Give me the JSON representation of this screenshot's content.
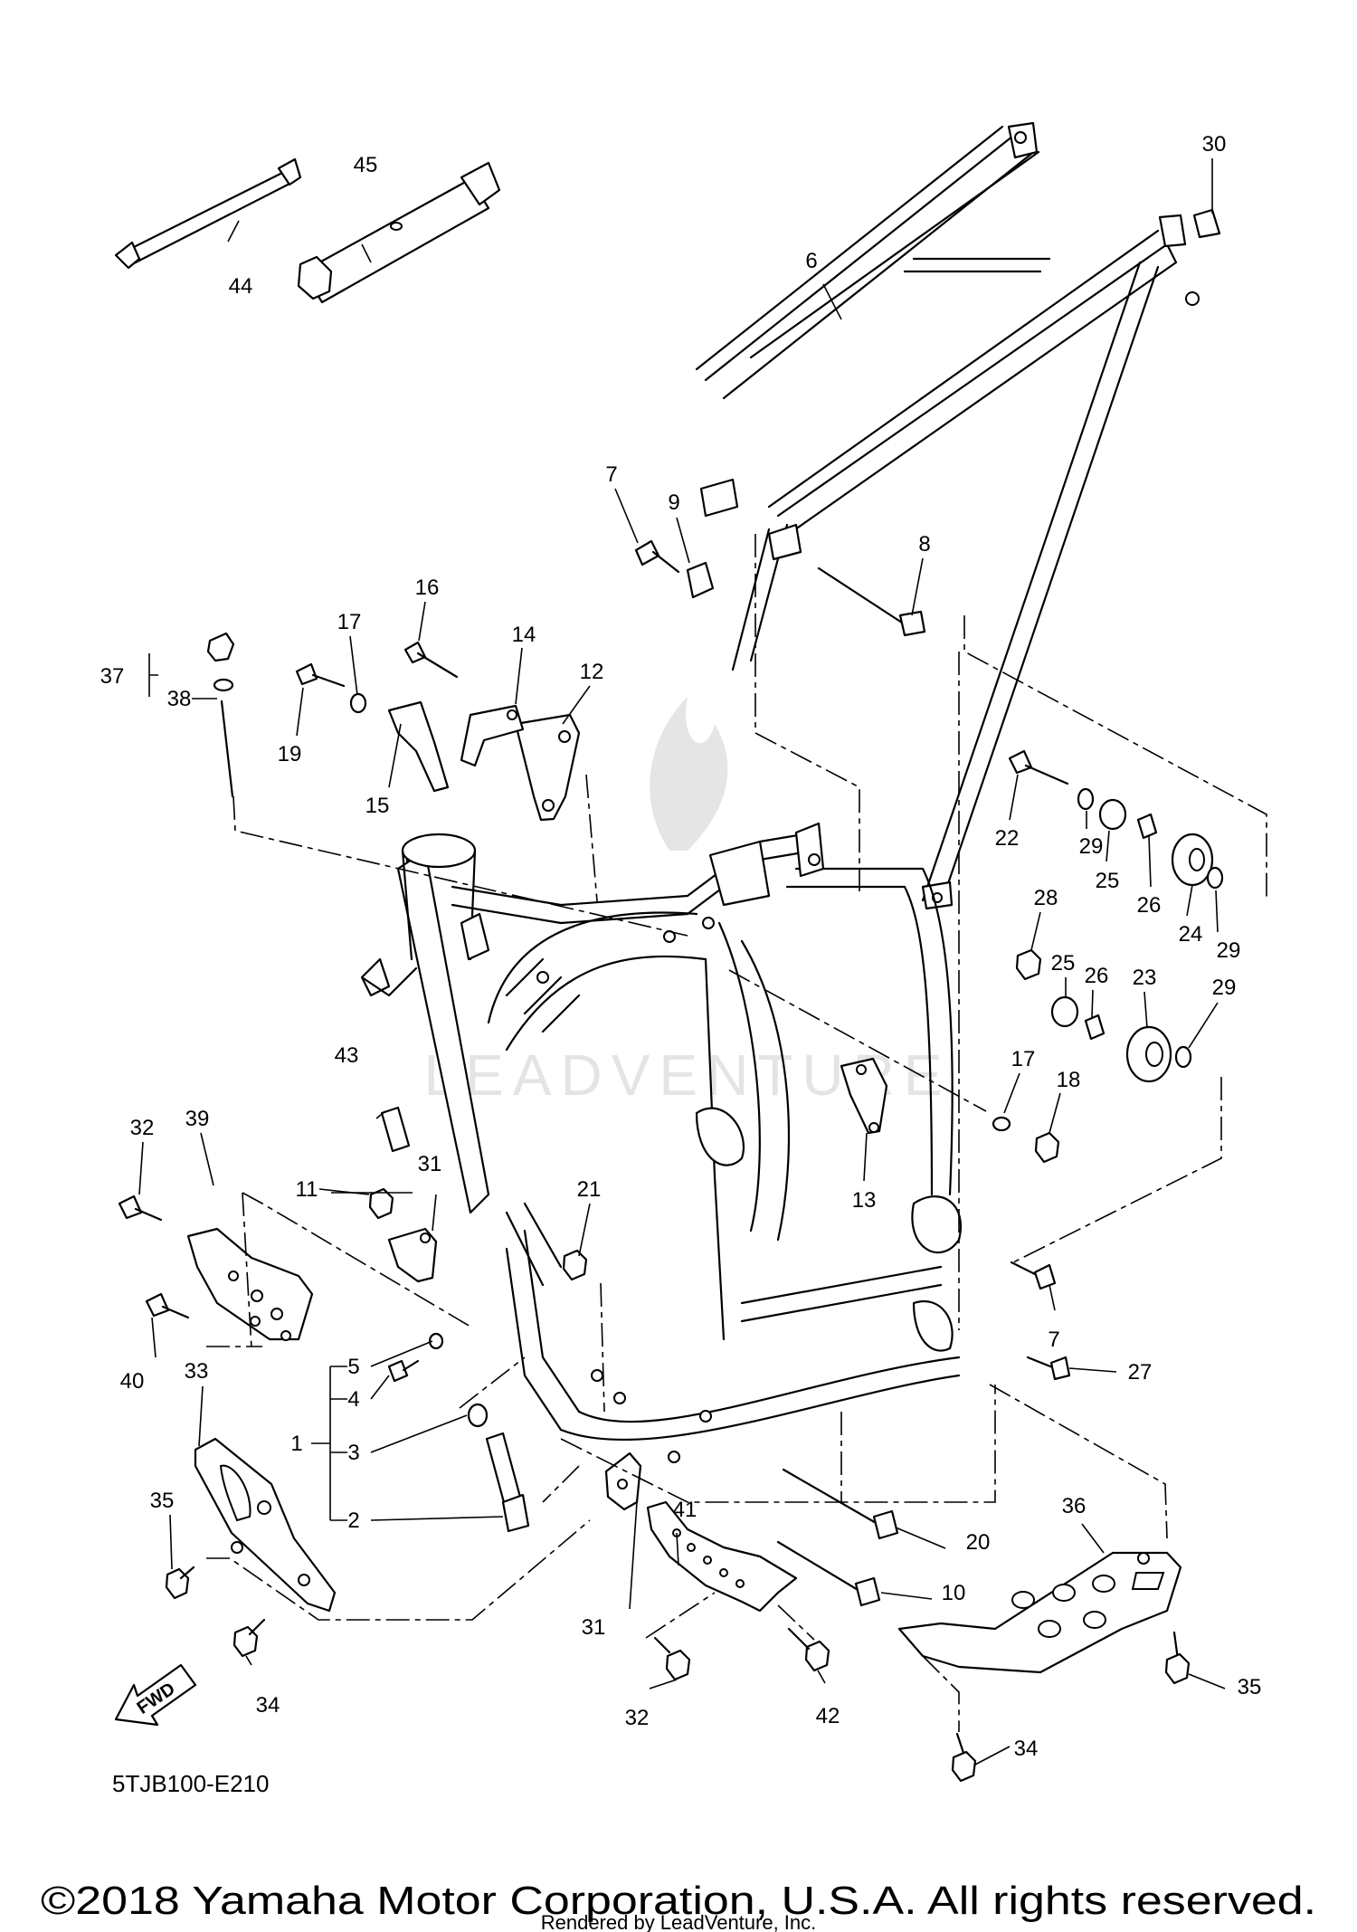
{
  "diagram": {
    "code": "5TJB100-E210",
    "copyright": "©2018 Yamaha Motor Corporation, U.S.A. All rights reserved.",
    "rendered_by": "Rendered by LeadVenture, Inc.",
    "watermark": "LEADVENTURE",
    "fwd_label": "FWD",
    "callouts": {
      "c1": "1",
      "c2": "2",
      "c3": "3",
      "c4": "4",
      "c5": "5",
      "c6": "6",
      "c7a": "7",
      "c7b": "7",
      "c8": "8",
      "c9": "9",
      "c10": "10",
      "c11": "11",
      "c12": "12",
      "c13": "13",
      "c14": "14",
      "c15": "15",
      "c16": "16",
      "c17a": "17",
      "c17b": "17",
      "c18": "18",
      "c19": "19",
      "c20": "20",
      "c21": "21",
      "c22": "22",
      "c23": "23",
      "c24": "24",
      "c25a": "25",
      "c25b": "25",
      "c26a": "26",
      "c26b": "26",
      "c27": "27",
      "c28": "28",
      "c29a": "29",
      "c29b": "29",
      "c29c": "29",
      "c30": "30",
      "c31a": "31",
      "c31b": "31",
      "c32a": "32",
      "c32b": "32",
      "c33": "33",
      "c34a": "34",
      "c34b": "34",
      "c35a": "35",
      "c35b": "35",
      "c36": "36",
      "c37": "37",
      "c38": "38",
      "c39": "39",
      "c40": "40",
      "c41": "41",
      "c42": "42",
      "c43": "43",
      "c44": "44",
      "c45": "45"
    }
  }
}
